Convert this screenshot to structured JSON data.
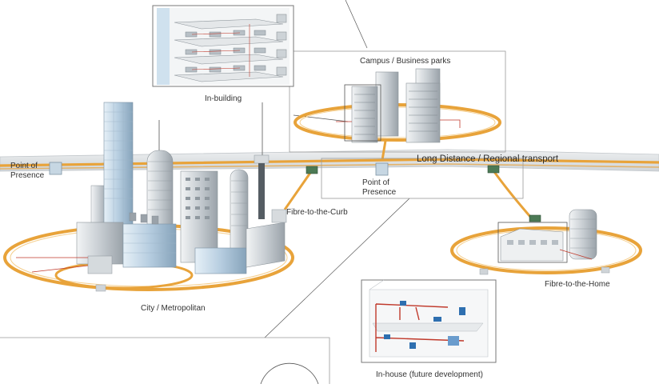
{
  "labels": {
    "in_building": "In-building",
    "campus": "Campus / Business parks",
    "long_distance": "Long Distance / Regional transport",
    "pop_left_line1": "Point of",
    "pop_left_line2": "Presence",
    "pop_center_line1": "Point of",
    "pop_center_line2": "Presence",
    "fttc": "Fibre-to-the-Curb",
    "city": "City / Metropolitan",
    "ftth": "Fibre-to-the-Home",
    "in_house": "In-house (future development)"
  },
  "colors": {
    "fibre": "#e8a33a",
    "fibre_dark": "#c9821c",
    "backbone_fill": "#d9dde0",
    "inset_border": "#9a9a9a",
    "building": "#c9ced3",
    "building_dark": "#9aa3aa",
    "glass": "#b9d3e6",
    "node_green": "#4c7a55",
    "red_cable": "#c0392b",
    "blue_device": "#2e6fb0"
  }
}
